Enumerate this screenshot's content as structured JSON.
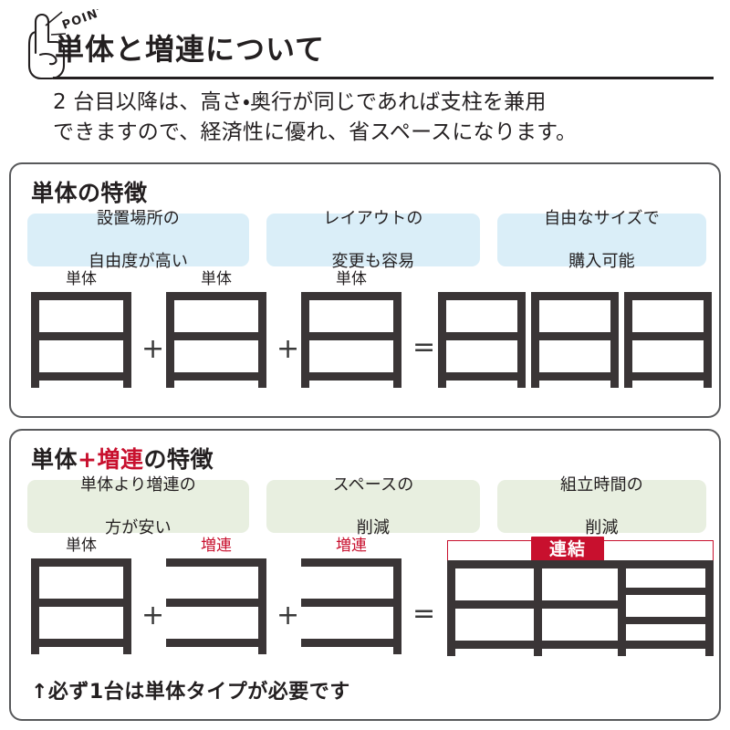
{
  "header": {
    "badge_label": "POINT",
    "badge_icon": "pointing-hand-icon",
    "title": "単体と増連について",
    "lede_line1": "2 台目以降は、高さ・奥行が同じであれば支柱を兼用",
    "lede_line2": "できますので、経済性に優れ、省スペースになります。"
  },
  "colors": {
    "frame": "#3a3536",
    "accent_red": "#c8102e",
    "pill_blue": "#daeef8",
    "pill_green": "#e8efe0",
    "panel_border": "#58595b",
    "text": "#231f20"
  },
  "panels": [
    {
      "id": "single",
      "title": "単体の特徴",
      "title_prefix": "単体の特徴",
      "pill_style": "blue",
      "pills": [
        {
          "line1": "設置場所の",
          "line2": "自由度が高い"
        },
        {
          "line1": "レイアウトの",
          "line2": "変更も容易"
        },
        {
          "line1": "自由なサイズで",
          "line2": "購入可能"
        }
      ],
      "diagram": {
        "operands": [
          {
            "label": "単体",
            "label_color": "dark",
            "type": "standalone"
          },
          {
            "label": "単体",
            "label_color": "dark",
            "type": "standalone"
          },
          {
            "label": "単体",
            "label_color": "dark",
            "type": "standalone"
          }
        ],
        "operators": [
          "+",
          "+",
          "="
        ],
        "result_units": 3,
        "result_type": "separate",
        "badge": null
      },
      "footnote": null
    },
    {
      "id": "combo",
      "title": "単体+増連の特徴",
      "title_part1": "単体",
      "title_part2": "+増連",
      "title_part3": "の特徴",
      "pill_style": "green",
      "pills": [
        {
          "line1": "単体より増連の",
          "line2": "方が安い"
        },
        {
          "line1": "スペースの",
          "line2": "削減"
        },
        {
          "line1": "組立時間の",
          "line2": "削減"
        }
      ],
      "diagram": {
        "operands": [
          {
            "label": "単体",
            "label_color": "dark",
            "type": "standalone"
          },
          {
            "label": "増連",
            "label_color": "red",
            "type": "addon"
          },
          {
            "label": "増連",
            "label_color": "red",
            "type": "addon"
          }
        ],
        "operators": [
          "+",
          "+",
          "="
        ],
        "result_units": 3,
        "result_type": "connected",
        "badge": "連結"
      },
      "footnote": "↑必ず1台は単体タイプが必要です"
    }
  ]
}
